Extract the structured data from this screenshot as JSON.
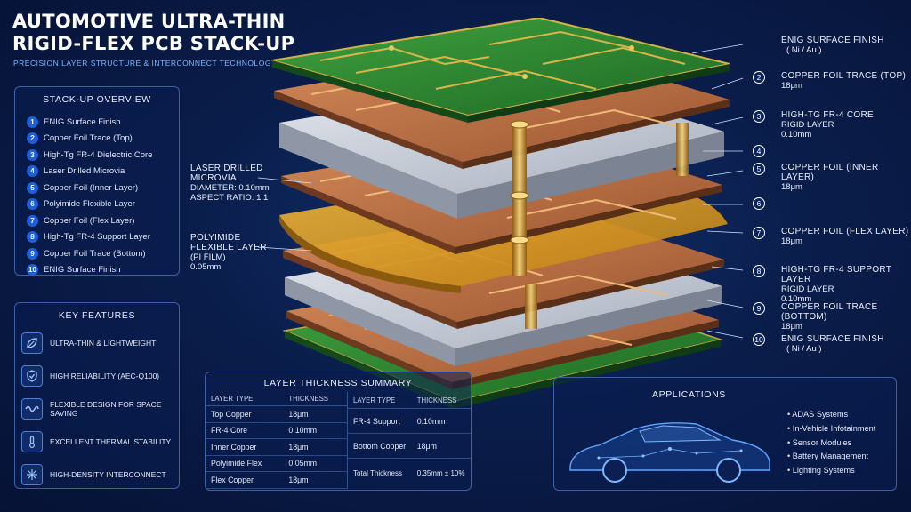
{
  "header": {
    "title_line1": "AUTOMOTIVE ULTRA-THIN",
    "title_line2": "RIGID-FLEX PCB STACK-UP",
    "subtitle": "PRECISION LAYER STRUCTURE & INTERCONNECT TECHNOLOGY"
  },
  "overview": {
    "title": "STACK-UP OVERVIEW",
    "items": [
      {
        "n": "1",
        "label": "ENIG Surface Finish"
      },
      {
        "n": "2",
        "label": "Copper Foil Trace (Top)"
      },
      {
        "n": "3",
        "label": "High-Tg FR-4 Dielectric Core"
      },
      {
        "n": "4",
        "label": "Laser Drilled Microvia"
      },
      {
        "n": "5",
        "label": "Copper Foil (Inner Layer)"
      },
      {
        "n": "6",
        "label": "Polyimide Flexible Layer"
      },
      {
        "n": "7",
        "label": "Copper Foil (Flex Layer)"
      },
      {
        "n": "8",
        "label": "High-Tg FR-4 Support Layer"
      },
      {
        "n": "9",
        "label": "Copper Foil Trace (Bottom)"
      },
      {
        "n": "10",
        "label": "ENIG Surface Finish"
      }
    ]
  },
  "features": {
    "title": "KEY FEATURES",
    "items": [
      {
        "icon": "leaf-icon",
        "label": "ULTRA-THIN & LIGHTWEIGHT"
      },
      {
        "icon": "shield-check-icon",
        "label": "HIGH RELIABILITY (AEC-Q100)"
      },
      {
        "icon": "wave-icon",
        "label": "FLEXIBLE DESIGN FOR SPACE SAVING"
      },
      {
        "icon": "thermometer-icon",
        "label": "EXCELLENT THERMAL STABILITY"
      },
      {
        "icon": "network-icon",
        "label": "HIGH-DENSITY INTERCONNECT"
      }
    ]
  },
  "left_callouts": {
    "microvia": {
      "line1": "LASER DRILLED",
      "line2": "MICROVIA",
      "line3": "DIAMETER: 0.10mm",
      "line4": "ASPECT RATIO: 1:1"
    },
    "polyimide": {
      "line1": "POLYIMIDE",
      "line2": "FLEXIBLE LAYER",
      "line3": "(PI FILM)",
      "line4": "0.05mm"
    }
  },
  "right_callouts": [
    {
      "n": "",
      "head": "ENIG SURFACE FINISH",
      "sub1": "( Ni / Au )",
      "sub2": ""
    },
    {
      "n": "2",
      "head": "COPPER FOIL TRACE (TOP)",
      "sub1": "18μm",
      "sub2": ""
    },
    {
      "n": "3",
      "head": "HIGH-TG FR-4 CORE",
      "sub1": "RIGID LAYER",
      "sub2": "0.10mm"
    },
    {
      "n": "4",
      "head": "",
      "sub1": "",
      "sub2": ""
    },
    {
      "n": "5",
      "head": "COPPER FOIL (INNER LAYER)",
      "sub1": "18μm",
      "sub2": ""
    },
    {
      "n": "6",
      "head": "",
      "sub1": "",
      "sub2": ""
    },
    {
      "n": "7",
      "head": "COPPER FOIL (FLEX LAYER)",
      "sub1": "18μm",
      "sub2": ""
    },
    {
      "n": "8",
      "head": "HIGH-TG FR-4 SUPPORT LAYER",
      "sub1": "RIGID LAYER",
      "sub2": "0.10mm"
    },
    {
      "n": "9",
      "head": "COPPER FOIL TRACE (BOTTOM)",
      "sub1": "18μm",
      "sub2": ""
    },
    {
      "n": "10",
      "head": "ENIG SURFACE FINISH",
      "sub1": "( Ni / Au )",
      "sub2": ""
    }
  ],
  "thickness": {
    "title": "LAYER THICKNESS SUMMARY",
    "col_layer": "LAYER TYPE",
    "col_thick": "THICKNESS",
    "left_rows": [
      {
        "layer": "Top Copper",
        "thickness": "18μm"
      },
      {
        "layer": "FR-4 Core",
        "thickness": "0.10mm"
      },
      {
        "layer": "Inner Copper",
        "thickness": "18μm"
      },
      {
        "layer": "Polyimide Flex",
        "thickness": "0.05mm"
      },
      {
        "layer": "Flex Copper",
        "thickness": "18μm"
      }
    ],
    "right_rows": [
      {
        "layer": "FR-4 Support",
        "thickness": "0.10mm"
      },
      {
        "layer": "Bottom Copper",
        "thickness": "18μm"
      }
    ],
    "total_label": "Total Thickness",
    "total_value": "0.35mm ± 10%"
  },
  "applications": {
    "title": "APPLICATIONS",
    "items": [
      "ADAS Systems",
      "In-Vehicle Infotainment",
      "Sensor Modules",
      "Battery Management",
      "Lighting Systems"
    ]
  },
  "colors": {
    "accent": "#1e5fd8",
    "copper": "#b86a3e",
    "solder_mask": "#2f8a2f",
    "polyimide": "#d89a20",
    "fr4": "#c6ccd6"
  }
}
